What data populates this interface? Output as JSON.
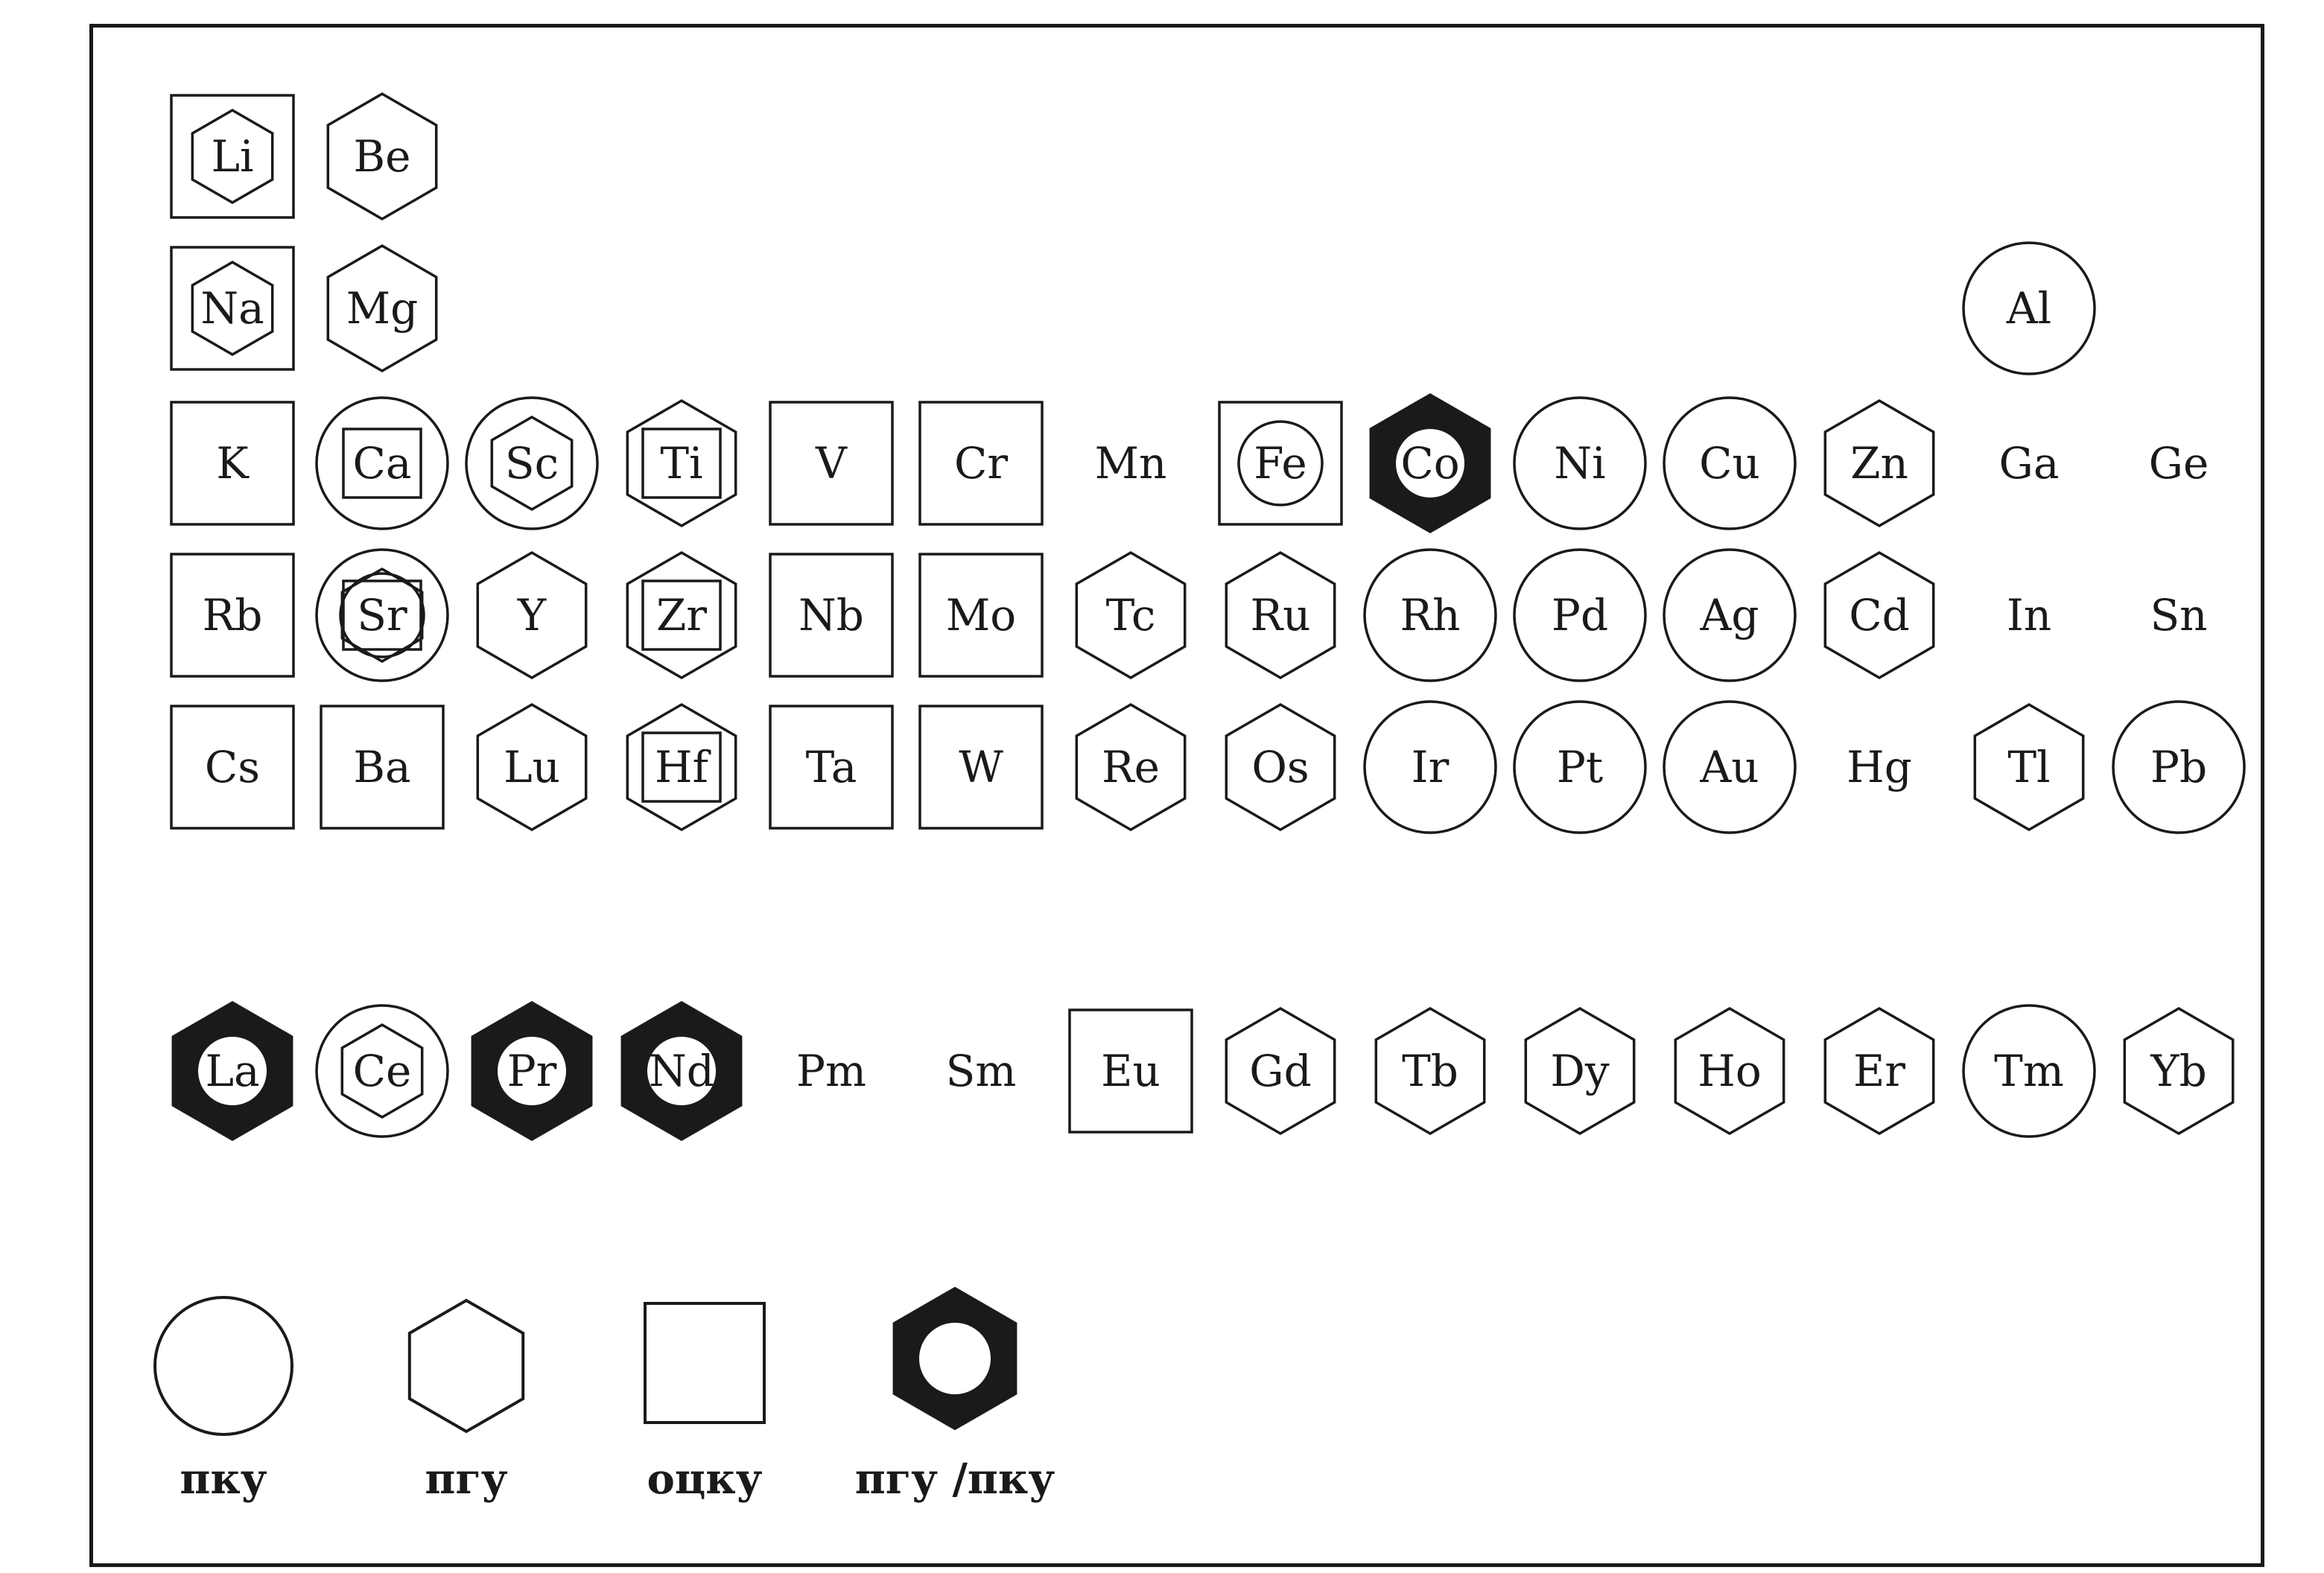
{
  "colors": {
    "ink": "#1a1a1a",
    "paper": "#ffffff"
  },
  "elements": [
    {
      "symbol": "Li",
      "row": 0,
      "col": 0,
      "shapes": [
        "square",
        "small-hexagon"
      ]
    },
    {
      "symbol": "Be",
      "row": 0,
      "col": 1,
      "shapes": [
        "hexagon"
      ]
    },
    {
      "symbol": "Na",
      "row": 1,
      "col": 0,
      "shapes": [
        "square",
        "small-hexagon"
      ]
    },
    {
      "symbol": "Mg",
      "row": 1,
      "col": 1,
      "shapes": [
        "hexagon"
      ]
    },
    {
      "symbol": "Al",
      "row": 1,
      "col": 12,
      "shapes": [
        "circle"
      ]
    },
    {
      "symbol": "K",
      "row": 2,
      "col": 0,
      "shapes": [
        "square"
      ]
    },
    {
      "symbol": "Ca",
      "row": 2,
      "col": 1,
      "shapes": [
        "circle",
        "small-square"
      ]
    },
    {
      "symbol": "Sc",
      "row": 2,
      "col": 2,
      "shapes": [
        "circle",
        "small-hexagon"
      ]
    },
    {
      "symbol": "Ti",
      "row": 2,
      "col": 3,
      "shapes": [
        "hexagon",
        "small-square"
      ]
    },
    {
      "symbol": "V",
      "row": 2,
      "col": 4,
      "shapes": [
        "square"
      ]
    },
    {
      "symbol": "Cr",
      "row": 2,
      "col": 5,
      "shapes": [
        "square"
      ]
    },
    {
      "symbol": "Mn",
      "row": 2,
      "col": 6,
      "shapes": []
    },
    {
      "symbol": "Fe",
      "row": 2,
      "col": 7,
      "shapes": [
        "square",
        "small-circle"
      ]
    },
    {
      "symbol": "Co",
      "row": 2,
      "col": 8,
      "shapes": [
        "filled-hexagon"
      ]
    },
    {
      "symbol": "Ni",
      "row": 2,
      "col": 9,
      "shapes": [
        "circle"
      ]
    },
    {
      "symbol": "Cu",
      "row": 2,
      "col": 10,
      "shapes": [
        "circle"
      ]
    },
    {
      "symbol": "Zn",
      "row": 2,
      "col": 11,
      "shapes": [
        "hexagon"
      ]
    },
    {
      "symbol": "Ga",
      "row": 2,
      "col": 12,
      "shapes": []
    },
    {
      "symbol": "Ge",
      "row": 2,
      "col": 13,
      "shapes": []
    },
    {
      "symbol": "Rb",
      "row": 3,
      "col": 0,
      "shapes": [
        "square"
      ]
    },
    {
      "symbol": "Sr",
      "row": 3,
      "col": 1,
      "shapes": [
        "circle",
        "small-circle",
        "small-hexagon",
        "small-square"
      ]
    },
    {
      "symbol": "Y",
      "row": 3,
      "col": 2,
      "shapes": [
        "hexagon"
      ]
    },
    {
      "symbol": "Zr",
      "row": 3,
      "col": 3,
      "shapes": [
        "hexagon",
        "small-square"
      ]
    },
    {
      "symbol": "Nb",
      "row": 3,
      "col": 4,
      "shapes": [
        "square"
      ]
    },
    {
      "symbol": "Mo",
      "row": 3,
      "col": 5,
      "shapes": [
        "square"
      ]
    },
    {
      "symbol": "Tc",
      "row": 3,
      "col": 6,
      "shapes": [
        "hexagon"
      ]
    },
    {
      "symbol": "Ru",
      "row": 3,
      "col": 7,
      "shapes": [
        "hexagon"
      ]
    },
    {
      "symbol": "Rh",
      "row": 3,
      "col": 8,
      "shapes": [
        "circle"
      ]
    },
    {
      "symbol": "Pd",
      "row": 3,
      "col": 9,
      "shapes": [
        "circle"
      ]
    },
    {
      "symbol": "Ag",
      "row": 3,
      "col": 10,
      "shapes": [
        "circle"
      ]
    },
    {
      "symbol": "Cd",
      "row": 3,
      "col": 11,
      "shapes": [
        "hexagon"
      ]
    },
    {
      "symbol": "In",
      "row": 3,
      "col": 12,
      "shapes": []
    },
    {
      "symbol": "Sn",
      "row": 3,
      "col": 13,
      "shapes": []
    },
    {
      "symbol": "Cs",
      "row": 4,
      "col": 0,
      "shapes": [
        "square"
      ]
    },
    {
      "symbol": "Ba",
      "row": 4,
      "col": 1,
      "shapes": [
        "square"
      ]
    },
    {
      "symbol": "Lu",
      "row": 4,
      "col": 2,
      "shapes": [
        "hexagon"
      ]
    },
    {
      "symbol": "Hf",
      "row": 4,
      "col": 3,
      "shapes": [
        "hexagon",
        "small-square"
      ]
    },
    {
      "symbol": "Ta",
      "row": 4,
      "col": 4,
      "shapes": [
        "square"
      ]
    },
    {
      "symbol": "W",
      "row": 4,
      "col": 5,
      "shapes": [
        "square"
      ]
    },
    {
      "symbol": "Re",
      "row": 4,
      "col": 6,
      "shapes": [
        "hexagon"
      ]
    },
    {
      "symbol": "Os",
      "row": 4,
      "col": 7,
      "shapes": [
        "hexagon"
      ]
    },
    {
      "symbol": "Ir",
      "row": 4,
      "col": 8,
      "shapes": [
        "circle"
      ]
    },
    {
      "symbol": "Pt",
      "row": 4,
      "col": 9,
      "shapes": [
        "circle"
      ]
    },
    {
      "symbol": "Au",
      "row": 4,
      "col": 10,
      "shapes": [
        "circle"
      ]
    },
    {
      "symbol": "Hg",
      "row": 4,
      "col": 11,
      "shapes": []
    },
    {
      "symbol": "Tl",
      "row": 4,
      "col": 12,
      "shapes": [
        "hexagon"
      ]
    },
    {
      "symbol": "Pb",
      "row": 4,
      "col": 13,
      "shapes": [
        "circle"
      ]
    },
    {
      "symbol": "La",
      "row": 5,
      "col": 0,
      "shapes": [
        "filled-hexagon"
      ]
    },
    {
      "symbol": "Ce",
      "row": 5,
      "col": 1,
      "shapes": [
        "circle",
        "small-hexagon"
      ]
    },
    {
      "symbol": "Pr",
      "row": 5,
      "col": 2,
      "shapes": [
        "filled-hexagon"
      ]
    },
    {
      "symbol": "Nd",
      "row": 5,
      "col": 3,
      "shapes": [
        "filled-hexagon"
      ]
    },
    {
      "symbol": "Pm",
      "row": 5,
      "col": 4,
      "shapes": []
    },
    {
      "symbol": "Sm",
      "row": 5,
      "col": 5,
      "shapes": []
    },
    {
      "symbol": "Eu",
      "row": 5,
      "col": 6,
      "shapes": [
        "square"
      ]
    },
    {
      "symbol": "Gd",
      "row": 5,
      "col": 7,
      "shapes": [
        "hexagon"
      ]
    },
    {
      "symbol": "Tb",
      "row": 5,
      "col": 8,
      "shapes": [
        "hexagon"
      ]
    },
    {
      "symbol": "Dy",
      "row": 5,
      "col": 9,
      "shapes": [
        "hexagon"
      ]
    },
    {
      "symbol": "Ho",
      "row": 5,
      "col": 10,
      "shapes": [
        "hexagon"
      ]
    },
    {
      "symbol": "Er",
      "row": 5,
      "col": 11,
      "shapes": [
        "hexagon"
      ]
    },
    {
      "symbol": "Tm",
      "row": 5,
      "col": 12,
      "shapes": [
        "circle"
      ]
    },
    {
      "symbol": "Yb",
      "row": 5,
      "col": 13,
      "shapes": [
        "hexagon"
      ]
    }
  ],
  "legend": [
    {
      "shape": "circle",
      "label": "пку"
    },
    {
      "shape": "hexagon",
      "label": "пгу"
    },
    {
      "shape": "square",
      "label": "оцку"
    },
    {
      "shape": "filled-hexagon",
      "label": "пгу /пку"
    }
  ]
}
